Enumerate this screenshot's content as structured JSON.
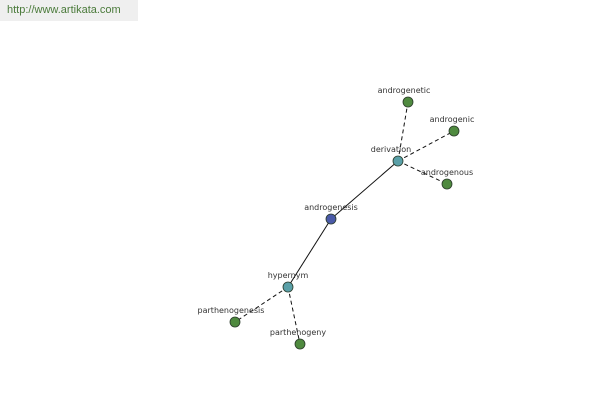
{
  "watermark": {
    "text": "http://www.artikata.com"
  },
  "colors": {
    "center_node": "#4a5aa8",
    "hub_node": "#5aa0a8",
    "leaf_node": "#4f8a3f",
    "node_stroke": "#2a3a2a",
    "edge": "#111111"
  },
  "graph": {
    "nodes": [
      {
        "id": "androgenesis",
        "label": "androgenesis",
        "kind": "center"
      },
      {
        "id": "derivation",
        "label": "derivation",
        "kind": "hub"
      },
      {
        "id": "hypernym",
        "label": "hypernym",
        "kind": "hub"
      },
      {
        "id": "androgenetic",
        "label": "androgenetic",
        "kind": "leaf"
      },
      {
        "id": "androgenic",
        "label": "androgenic",
        "kind": "leaf"
      },
      {
        "id": "androgenous",
        "label": "androgenous",
        "kind": "leaf"
      },
      {
        "id": "parthenogenesis",
        "label": "parthenogenesis",
        "kind": "leaf"
      },
      {
        "id": "parthenogeny",
        "label": "parthenogeny",
        "kind": "leaf"
      }
    ],
    "edges": [
      {
        "from": "androgenesis",
        "to": "derivation",
        "style": "solid"
      },
      {
        "from": "androgenesis",
        "to": "hypernym",
        "style": "solid"
      },
      {
        "from": "derivation",
        "to": "androgenetic",
        "style": "dashed"
      },
      {
        "from": "derivation",
        "to": "androgenic",
        "style": "dashed"
      },
      {
        "from": "derivation",
        "to": "androgenous",
        "style": "dashed"
      },
      {
        "from": "hypernym",
        "to": "parthenogenesis",
        "style": "dashed"
      },
      {
        "from": "hypernym",
        "to": "parthenogeny",
        "style": "dashed"
      }
    ]
  }
}
